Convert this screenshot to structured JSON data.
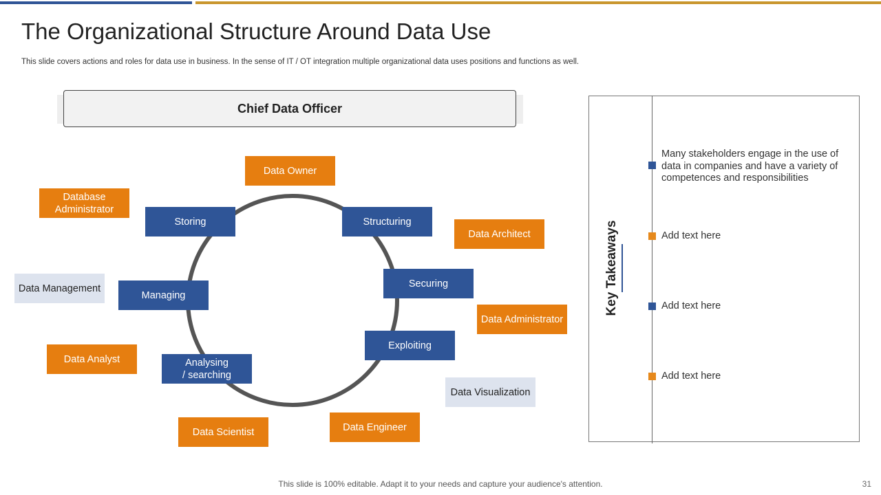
{
  "header": {
    "title": "The Organizational Structure Around Data Use",
    "subtitle": "This slide covers actions and roles for data use in business. In the sense of IT / OT integration multiple organizational data uses positions and functions as well."
  },
  "chief": {
    "label": "Chief Data Officer"
  },
  "functions": {
    "storing": "Storing",
    "structuring": "Structuring",
    "securing": "Securing",
    "exploiting": "Exploiting",
    "analysing": "Analysing\n/ searching",
    "managing": "Managing"
  },
  "roles": {
    "data_owner": "Data Owner",
    "database_administrator": "Database\nAdministrator",
    "data_architect": "Data Architect",
    "data_administrator": "Data Administrator",
    "data_analyst": "Data Analyst",
    "data_scientist": "Data Scientist",
    "data_engineer": "Data Engineer"
  },
  "areas": {
    "data_management": "Data Management",
    "data_visualization": "Data Visualization"
  },
  "takeaways": {
    "heading": "Key Takeaways",
    "items": [
      "Many stakeholders engage in the use of data in companies and have a variety of competences and responsibilities",
      "Add text here",
      "Add text here",
      "Add text here"
    ]
  },
  "colors": {
    "blue": "#2f5597",
    "orange": "#e67e10",
    "grey": "#dde3ee",
    "ring": "#555555"
  },
  "footer": {
    "note": "This slide is 100% editable. Adapt it to your needs and capture your audience's attention.",
    "page": "31"
  }
}
